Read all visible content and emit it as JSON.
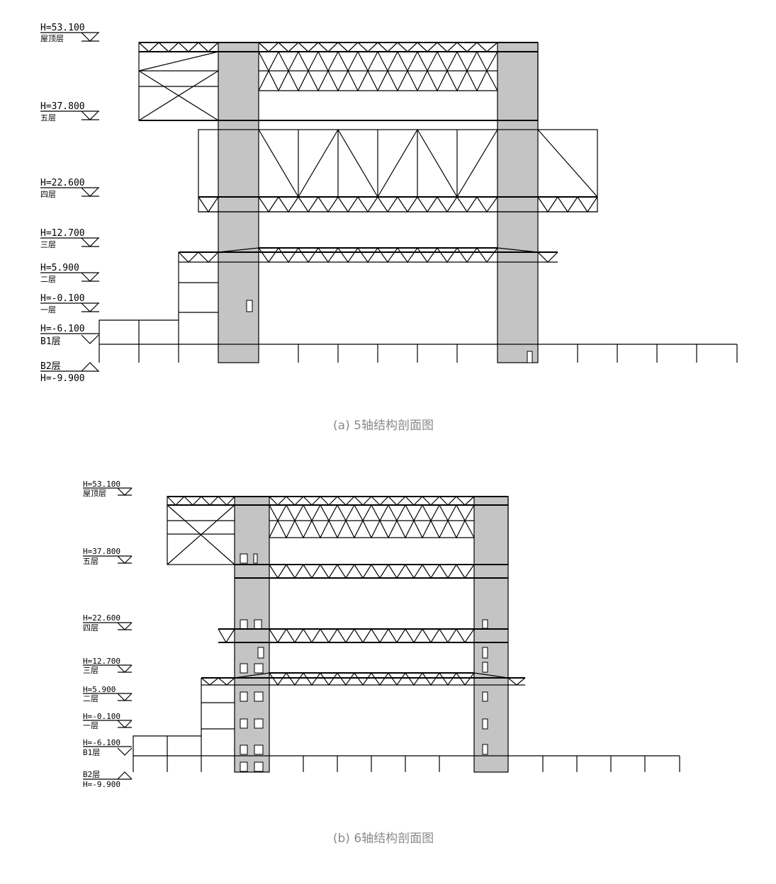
{
  "panel_a": {
    "caption": "(a) 5轴结构剖面图",
    "levels": [
      {
        "elev": "H=53.100",
        "name": "屋顶层"
      },
      {
        "elev": "H=37.800",
        "name": "五层"
      },
      {
        "elev": "H=22.600",
        "name": "四层"
      },
      {
        "elev": "H=12.700",
        "name": "三层"
      },
      {
        "elev": "H=5.900",
        "name": "二层"
      },
      {
        "elev": "H=-0.100",
        "name": "一层"
      },
      {
        "elev": "H=-6.100",
        "name": "B1层"
      },
      {
        "elev": "H=-9.900",
        "name": "B2层"
      }
    ]
  },
  "panel_b": {
    "caption": "(b) 6轴结构剖面图",
    "levels": [
      {
        "elev": "H=53.100",
        "name": "屋顶层"
      },
      {
        "elev": "H=37.800",
        "name": "五层"
      },
      {
        "elev": "H=22.600",
        "name": "四层"
      },
      {
        "elev": "H=12.700",
        "name": "三层"
      },
      {
        "elev": "H=5.900",
        "name": "二层"
      },
      {
        "elev": "H=-0.100",
        "name": "一层"
      },
      {
        "elev": "H=-6.100",
        "name": "B1层"
      },
      {
        "elev": "H=-9.900",
        "name": "B2层"
      }
    ]
  }
}
